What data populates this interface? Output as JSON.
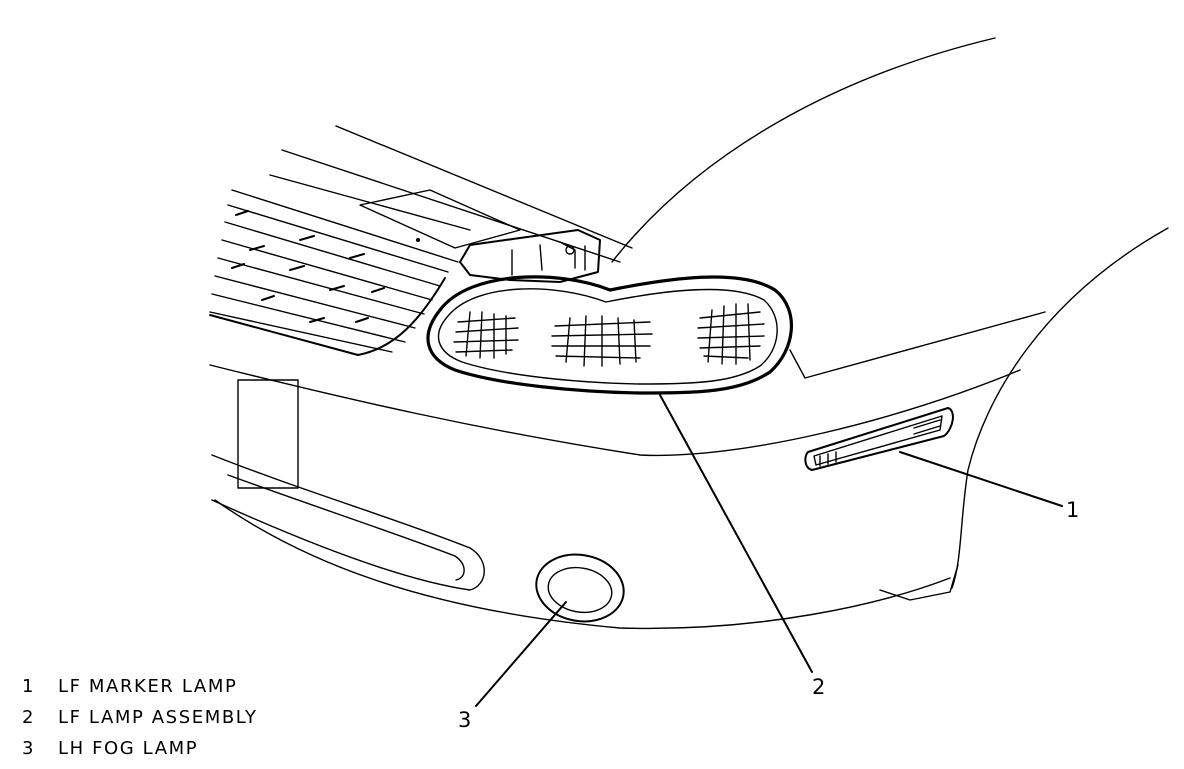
{
  "callouts": [
    {
      "id": "1",
      "label": "LF MARKER LAMP"
    },
    {
      "id": "2",
      "label": "LF LAMP ASSEMBLY"
    },
    {
      "id": "3",
      "label": "LH FOG LAMP"
    }
  ]
}
